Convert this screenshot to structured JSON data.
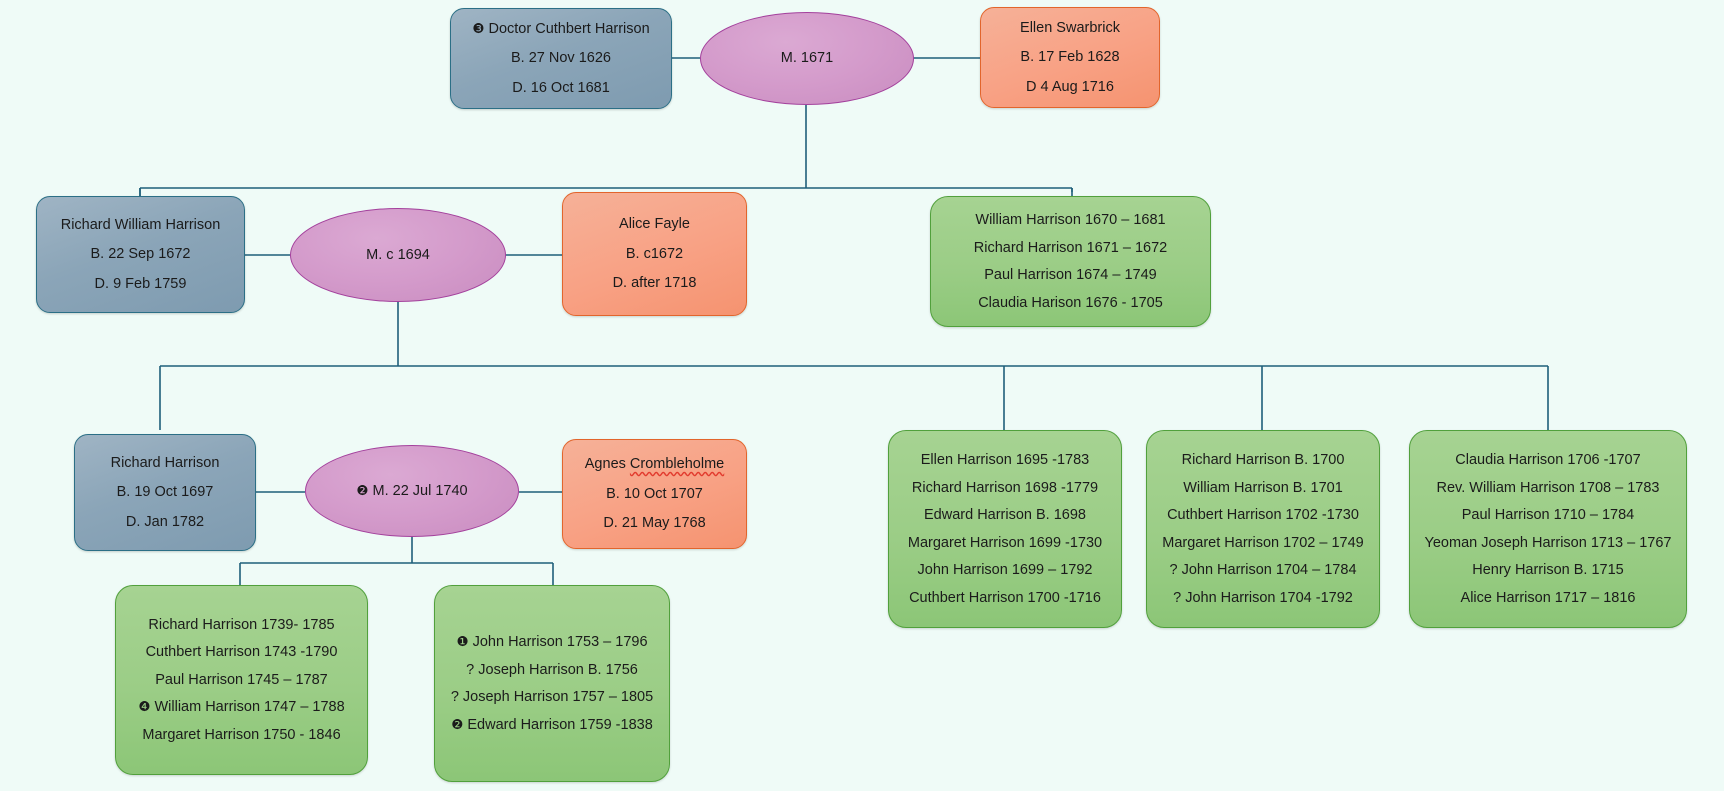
{
  "meta": {
    "title": "Harrison Family Tree",
    "background_color": "#effbf7",
    "person_color": "#8ba5b8",
    "spouse_color": "#f8a184",
    "children_color": "#9bcd86",
    "marriage_color": "#d49bcb",
    "connector_color": "#1f5f7a"
  },
  "generation1": {
    "father": {
      "badge": "❸",
      "name": "Doctor Cuthbert Harrison",
      "birth": "B. 27 Nov 1626",
      "death": "D. 16 Oct 1681"
    },
    "marriage": {
      "label": "M. 1671"
    },
    "mother": {
      "name": "Ellen Swarbrick",
      "birth": "B. 17 Feb 1628",
      "death": "D 4 Aug 1716"
    },
    "children_box": {
      "lines": [
        "William Harrison 1670 – 1681",
        "Richard Harrison 1671 – 1672",
        "Paul Harrison 1674 – 1749",
        "Claudia Harison 1676 - 1705"
      ]
    }
  },
  "generation2": {
    "father": {
      "name": "Richard William Harrison",
      "birth": "B. 22 Sep 1672",
      "death": "D. 9 Feb 1759"
    },
    "marriage": {
      "label": "M. c 1694"
    },
    "mother": {
      "name": "Alice Fayle",
      "birth": "B. c1672",
      "death": "D. after 1718"
    },
    "children_boxes": [
      {
        "lines": [
          "Ellen Harrison 1695 -1783",
          "Richard Harrison 1698 -1779",
          "Edward Harrison B. 1698",
          "Margaret Harrison 1699 -1730",
          "John Harrison 1699 – 1792",
          "Cuthbert Harrison 1700 -1716"
        ]
      },
      {
        "lines": [
          "Richard Harrison B. 1700",
          "William Harrison B. 1701",
          "Cuthbert Harrison 1702 -1730",
          "Margaret Harrison 1702 – 1749",
          "? John Harrison 1704 – 1784",
          "? John Harrison 1704 -1792"
        ]
      },
      {
        "lines": [
          "Claudia Harrison 1706 -1707",
          "Rev. William Harrison 1708 – 1783",
          "Paul Harrison 1710 – 1784",
          "Yeoman Joseph Harrison 1713 – 1767",
          "Henry Harrison B. 1715",
          "Alice Harrison 1717 – 1816"
        ]
      }
    ]
  },
  "generation3": {
    "father": {
      "name": "Richard Harrison",
      "birth": "B. 19 Oct 1697",
      "death": "D. Jan 1782"
    },
    "marriage": {
      "badge": "❷",
      "label": "M. 22 Jul 1740"
    },
    "mother": {
      "name_plain": "Agnes ",
      "name_misspelled": "Crombleholme",
      "birth": "B. 10 Oct 1707",
      "death": "D. 21 May 1768"
    },
    "children_boxes": [
      {
        "lines": [
          {
            "badge": "",
            "text": "Richard Harrison 1739- 1785"
          },
          {
            "badge": "",
            "text": "Cuthbert Harrison 1743 -1790"
          },
          {
            "badge": "",
            "text": "Paul Harrison 1745 – 1787"
          },
          {
            "badge": "❹",
            "text": "William Harrison 1747 – 1788"
          },
          {
            "badge": "",
            "text": "Margaret Harrison 1750 - 1846"
          }
        ]
      },
      {
        "lines": [
          {
            "badge": "❶",
            "text": "John Harrison 1753 – 1796"
          },
          {
            "badge": "",
            "text": "? Joseph Harrison B. 1756"
          },
          {
            "badge": "",
            "text": "? Joseph Harrison 1757 – 1805"
          },
          {
            "badge": "❷",
            "text": "Edward Harrison 1759 -1838"
          }
        ]
      }
    ]
  }
}
